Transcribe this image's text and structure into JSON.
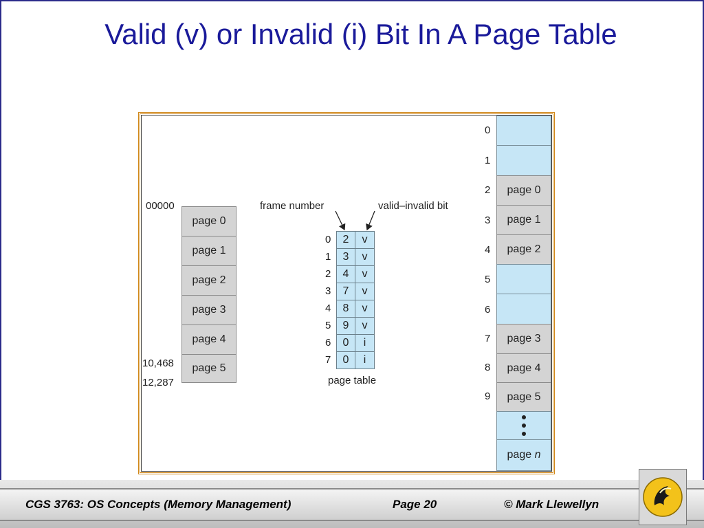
{
  "slide": {
    "title": "Valid (v) or Invalid (i) Bit In A Page Table"
  },
  "logical_memory": {
    "top_address": "00000",
    "addr_a": "10,468",
    "addr_b": "12,287",
    "pages": [
      "page 0",
      "page 1",
      "page 2",
      "page 3",
      "page 4",
      "page 5"
    ]
  },
  "page_table": {
    "frame_number_label": "frame number",
    "valid_invalid_label": "valid–invalid bit",
    "caption": "page table",
    "rows": [
      {
        "index": "0",
        "frame": "2",
        "bit": "v"
      },
      {
        "index": "1",
        "frame": "3",
        "bit": "v"
      },
      {
        "index": "2",
        "frame": "4",
        "bit": "v"
      },
      {
        "index": "3",
        "frame": "7",
        "bit": "v"
      },
      {
        "index": "4",
        "frame": "8",
        "bit": "v"
      },
      {
        "index": "5",
        "frame": "9",
        "bit": "v"
      },
      {
        "index": "6",
        "frame": "0",
        "bit": "i"
      },
      {
        "index": "7",
        "frame": "0",
        "bit": "i"
      }
    ]
  },
  "physical_memory": {
    "frames": [
      {
        "index": "0",
        "label": ""
      },
      {
        "index": "1",
        "label": ""
      },
      {
        "index": "2",
        "label": "page 0"
      },
      {
        "index": "3",
        "label": "page 1"
      },
      {
        "index": "4",
        "label": "page 2"
      },
      {
        "index": "5",
        "label": ""
      },
      {
        "index": "6",
        "label": ""
      },
      {
        "index": "7",
        "label": "page 3"
      },
      {
        "index": "8",
        "label": "page 4"
      },
      {
        "index": "9",
        "label": "page 5"
      }
    ],
    "last_label_prefix": "page ",
    "last_label_var": "n"
  },
  "footer": {
    "course": "CGS 3763: OS Concepts  (Memory Management)",
    "page": "Page 20",
    "copyright": "© Mark Llewellyn"
  },
  "colors": {
    "title": "#1a1a9a",
    "grey_cell": "#d4d4d4",
    "blue_cell": "#c6e6f6",
    "frame_border": "#d1881a"
  }
}
